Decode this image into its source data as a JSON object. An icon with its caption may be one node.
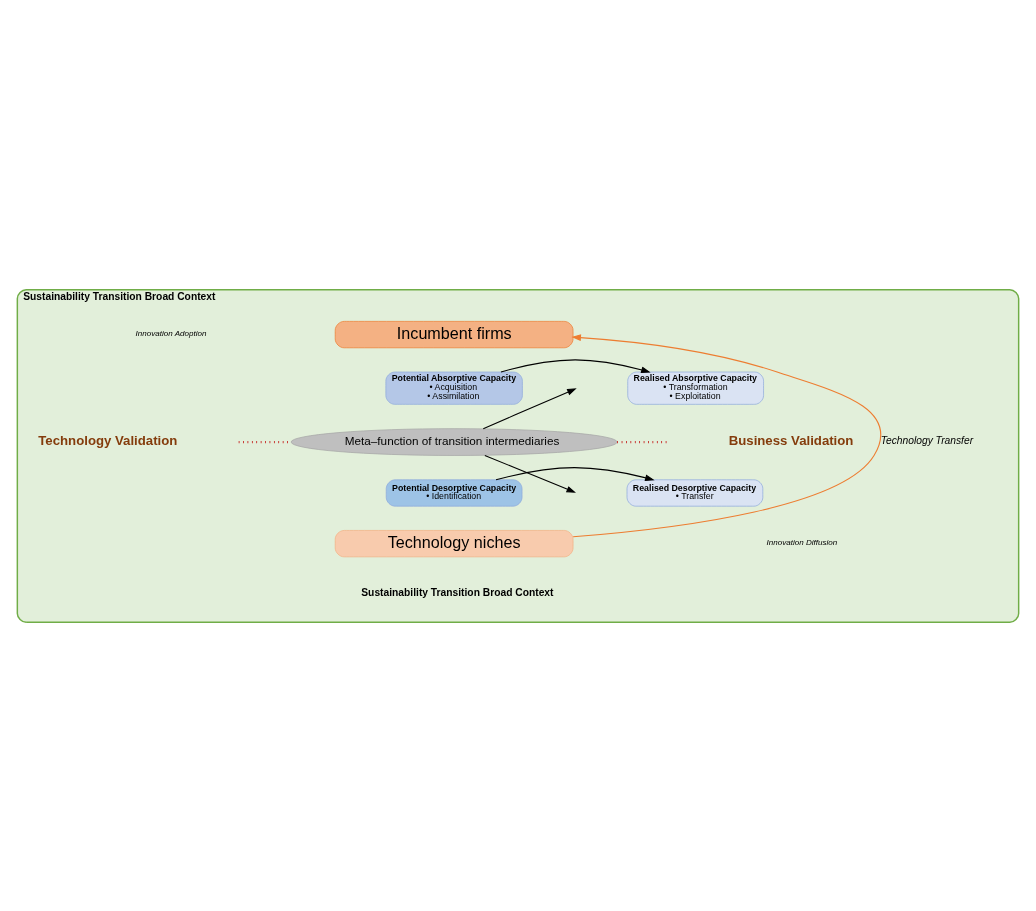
{
  "diagram": {
    "nodes": [
      {
        "text": [
          "Sustainability Transition Broad Context",
          "Sustainability Transition Broad Context"
        ]
      },
      {
        "text": [
          "Incumbent firms"
        ],
        "in": 0
      },
      {
        "text": [
          "Potential Absorptive Capacity",
          "• Acquisition",
          "• Assimilation"
        ],
        "in": 0
      },
      {
        "text": [
          "Realised Absorptive Capacity",
          "• Transformation",
          "• Exploitation"
        ],
        "in": 0
      },
      {
        "text": [
          "Meta–function of transition intermediaries"
        ],
        "in": 0
      },
      {
        "text": [
          "Potential Desorptive Capacity",
          "• Identification"
        ],
        "in": 0
      },
      {
        "text": [
          "Realised Desorptive Capacity",
          "• Transfer"
        ],
        "in": 0
      },
      {
        "text": [
          "Technology niches"
        ],
        "in": 0
      }
    ],
    "edges": [
      {
        "from": 2,
        "to": 3,
        "arrow": "to"
      },
      {
        "from": 4,
        "to": null,
        "arrow": "to"
      },
      {
        "from": 4,
        "to": null,
        "arrow": "to"
      },
      {
        "from": null,
        "to": 4,
        "arrow": "none",
        "style": "dashed",
        "color": "#c00000"
      },
      {
        "from": 4,
        "to": null,
        "arrow": "none",
        "style": "dashed",
        "color": "#c00000"
      },
      {
        "from": 5,
        "to": 6,
        "arrow": "to"
      },
      {
        "from": 7,
        "to": 1,
        "arrow": "to",
        "label": "Technology Transfer",
        "color": "#ed7d31"
      }
    ],
    "labels": [
      "Innovation Adoption",
      "Technology Validation",
      "Business Validation",
      "Innovation Diffusion"
    ]
  }
}
